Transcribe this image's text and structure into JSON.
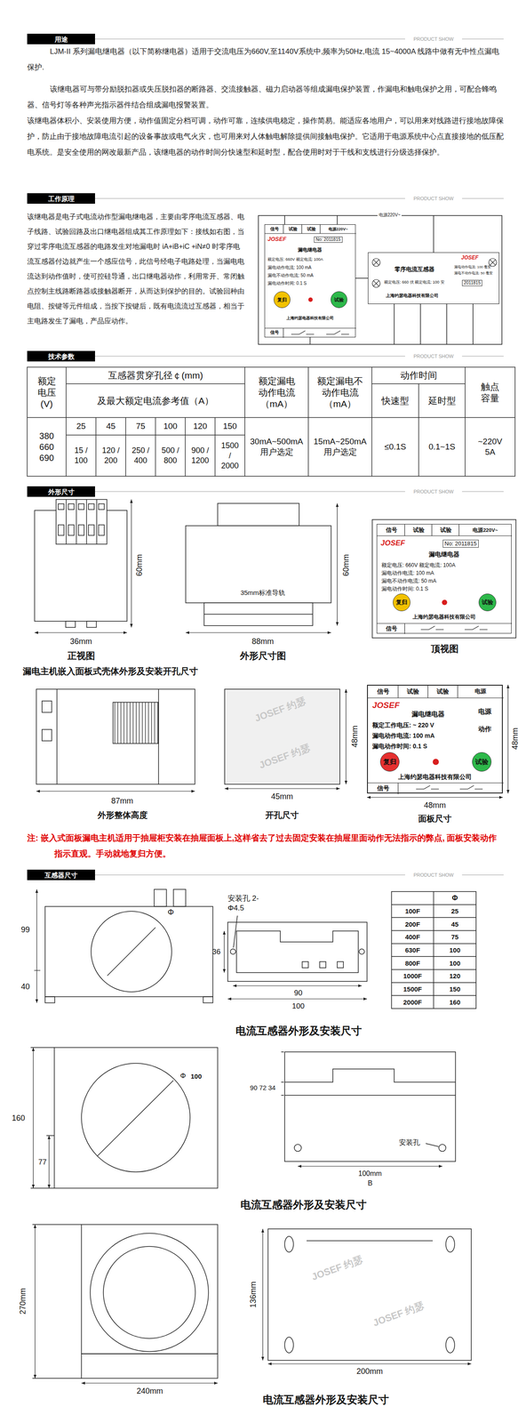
{
  "diagram": {
    "nodes": [
      {
        "text": [
          "信号",
          "试验",
          "试验",
          "电源220V~",
          "JOSEF",
          "No: 2011815",
          "漏电继电器",
          "额定电压: 660V 额定电流: 100A",
          "漏电动作电流: 100 mA",
          "漏电不动作电流: 50 mA",
          "漏电动作时间: 0.1 S",
          "复归",
          "试验",
          "上海约瑟电器科技有限公司",
          "信号"
        ]
      },
      {
        "text": [
          "JOSEF",
          "零序电流互感器",
          "额定电压: 660 伏 额定电流: 100 安",
          "漏电动作电流: 100 毫安",
          "漏电不动作电流: 50 毫安",
          "2011815",
          "上海约瑟电器科技有限公司"
        ]
      },
      {
        "text": [
          "信号",
          "试验",
          "试验",
          "电源220V~",
          "JOSEF",
          "No: 2011815",
          "漏电继电器",
          "额定电压: 660V 额定电流: 100A",
          "漏电动作电流: 100 mA",
          "漏电不动作电流: 50 mA",
          "漏电动作时间: 0.1 S",
          "复归",
          "试验",
          "上海约瑟电器科技有限公司",
          "信号"
        ]
      },
      {
        "text": [
          "信号",
          "试验",
          "试验",
          "电源",
          "JOSEF",
          "漏电继电器",
          "电源",
          "额定工作电压: ~ 220 V",
          "漏电动作电流: 100 mA",
          "动作",
          "漏电动作时间: 0.1 S",
          "复归",
          "试验",
          "上海约瑟电器科技有限公司",
          "信号"
        ]
      }
    ],
    "edges": [
      {
        "from": 0,
        "to": 1,
        "arrow": "none"
      }
    ],
    "labels": [
      "用途",
      "PRODUCT SHOW",
      "LJM-II 系列漏电继电器（以下简称继电器）适用于交流电压为660V,至1140V系统中,频率为50Hz,电流 15~4000A 线路中做有无中性点漏电保护.",
      "该继电器可与带分励脱扣器或失压脱扣器的断路器、交流接触器、磁力启动器等组成漏电保护装置，作漏电和触电保护之用，可配合蜂鸣器、信号灯等各种声光指示器件结合组成漏电报警装置。",
      "该继电器体积小、安装使用方便，动作值固定分档可调，动作可靠，连续供电稳定，操作简易。能适应各地用户，可以用来对线路进行接地故障保护，防止由于接地故障电流引起的设备事故或电气火灾，也可用来对人体触电解除提供间接触电保护。它适用于电源系统中心点直接接地的低压配电系统。是安全使用的网改最新产品，该继电器的动作时间分快速型和延时型，配合使用时对于干线和支线进行分级选择保护。",
      "工作原理",
      "PRODUCT SHOW",
      "该继电器是电子式电流动作型漏电继电器，主要由零序电流互感器、电子线路、试验回路及出口继电器组成其工作原理如下：接线如右图，当穿过零序电流互感器的电路发生对地漏电时 iA+iB+iC +iN≠0 时零序电流互感器付边就产生一个感应信号，此信号经电子电路处理，当漏电电流达到动作值时，使可控硅导通，出口继电器动作，利用常开、常闭触点控制主线路断路器或接触器断开，从而达到保护的目的。试验回种由电阻、按键等元件组成，当按下按键后，既有电流流过互感器，相当于主电路发生了漏电，产品应动作。",
      "电源220V~",
      "技术参数",
      "PRODUCT SHOW",
      "额定电压(V)",
      "互感器贯穿孔径￠(mm)",
      "及最大额定电流参考值（A）",
      "额定漏电动作电流（mA）",
      "额定漏电不动作电流（mA）",
      "动作时间",
      "快速型",
      "延时型",
      "触点容量",
      "380 660 690",
      "25",
      "45",
      "75",
      "100",
      "120",
      "150",
      "15 / 100",
      "120 / 200",
      "250 / 400",
      "500 / 800",
      "900 / 1200",
      "1500 / 2000",
      "30mA~500mA 用户选定",
      "15mA~250mA 用户选定",
      "≤0.1S",
      "0.1~1S",
      "~220V 5A",
      "外形尺寸",
      "PRODUCT SHOW",
      "60mm",
      "36mm",
      "正视图",
      "60mm",
      "35mm标准导轨",
      "88mm",
      "外形尺寸图",
      "顶视图",
      "漏电主机嵌入面板式壳体外形及安装开孔尺寸",
      "87mm",
      "外形整体高度",
      "48mm",
      "45mm",
      "开孔尺寸",
      "48mm",
      "48mm",
      "面板尺寸",
      "注: 嵌入式面板漏电主机适用于抽屉柜安装在抽屉面板上,这样省去了过去固定安装在抽屉里面动作无法指示的弊点, 面板安装动作指示直观。手动就地复归方便。",
      "互感器尺寸",
      "PRODUCT SHOW",
      "99",
      "40",
      "Φ",
      "安装孔 2-Φ4.5",
      "36",
      "90",
      "100",
      "Φ",
      "100F",
      "25",
      "200F",
      "45",
      "400F",
      "75",
      "630F",
      "100",
      "800F",
      "100",
      "1000F",
      "120",
      "1500F",
      "150",
      "2000F",
      "160",
      "电流互感器外形及安装尺寸",
      "Φ",
      "100",
      "160",
      "77",
      "90 72 34",
      "安装孔",
      "100mm",
      "B",
      "电流互感器外形及安装尺寸",
      "270mm",
      "240mm",
      "136mm",
      "200mm",
      "电流互感器外形及安装尺寸",
      "JOSEF 约瑟",
      "JOSEF 约瑟",
      "JOSEF 约瑟",
      "JOSEF 约瑟"
    ]
  }
}
